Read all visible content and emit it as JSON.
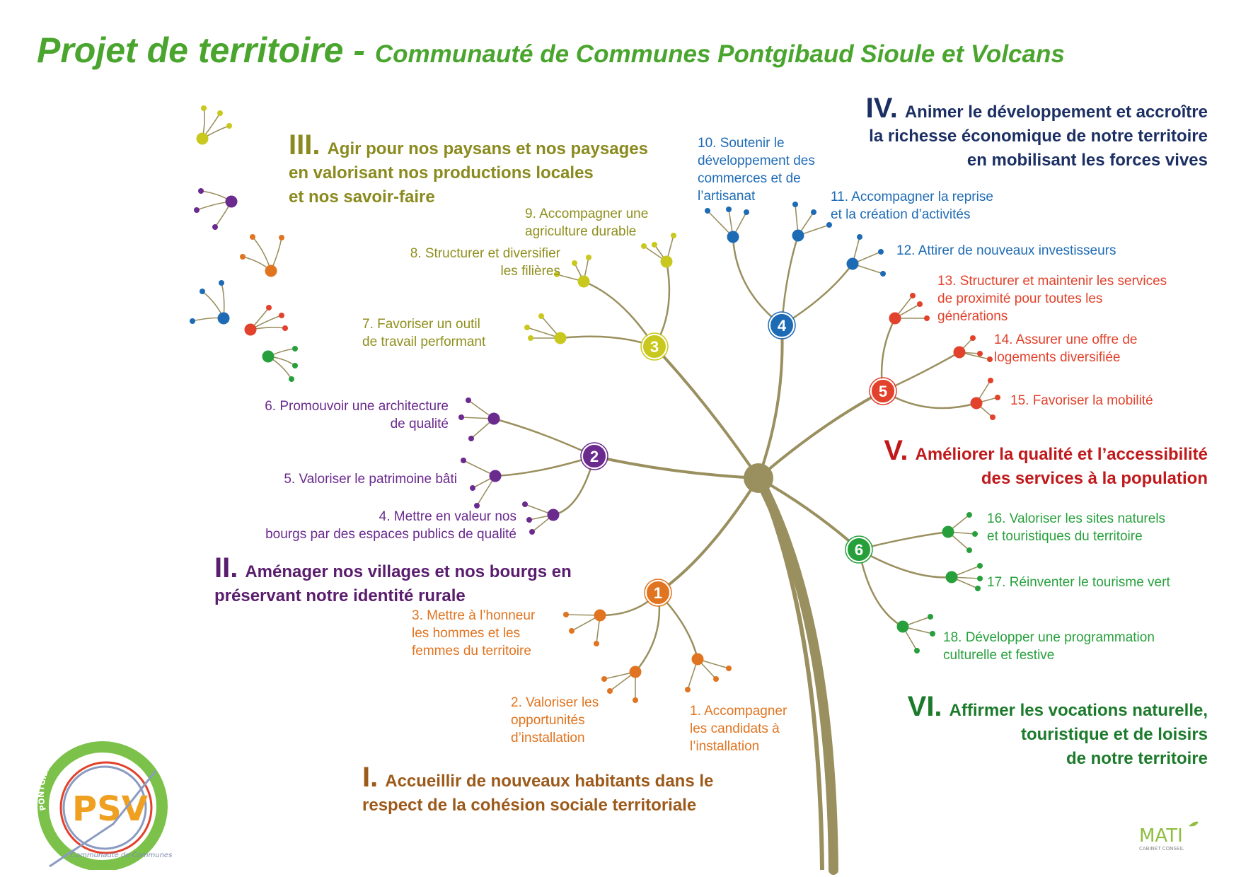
{
  "title": {
    "main": "Projet de territoire - ",
    "sub": "Communauté de Communes Pontgibaud Sioule et Volcans"
  },
  "colors": {
    "title": "#4aa52e",
    "trunk": "#9a8f5e",
    "axis1": "#e07420",
    "axis2": "#6a2a8e",
    "axis3": "#c9c81e",
    "axis4": "#1e6bb5",
    "axis5": "#e2412b",
    "axis6": "#27a03c"
  },
  "axes": [
    {
      "num": "I.",
      "lines": [
        "Accueillir de nouveaux habitants dans le",
        "respect de la cohésion sociale territoriale"
      ],
      "marker": "1",
      "color": "#9c5a1a",
      "node": "#e07420"
    },
    {
      "num": "II.",
      "lines": [
        "Aménager nos villages et nos bourgs en",
        "préservant notre identité rurale"
      ],
      "marker": "2",
      "color": "#5a1d6e",
      "node": "#6a2a8e"
    },
    {
      "num": "III.",
      "lines": [
        "Agir pour nos paysans et nos paysages",
        "en valorisant nos productions locales",
        "et nos savoir-faire"
      ],
      "marker": "3",
      "color": "#8a8a1f",
      "node": "#c9c81e"
    },
    {
      "num": "IV.",
      "lines": [
        "Animer le développement  et accroître",
        "la richesse économique de notre territoire",
        "en mobilisant les forces vives"
      ],
      "marker": "4",
      "color": "#1c2f63",
      "node": "#1e6bb5"
    },
    {
      "num": "V.",
      "lines": [
        "Améliorer la qualité et l’accessibilité",
        "des services à la population"
      ],
      "marker": "5",
      "color": "#c0191b",
      "node": "#e2412b"
    },
    {
      "num": "VI.",
      "lines": [
        "Affirmer les vocations naturelle,",
        "touristique et de loisirs",
        "de notre territoire"
      ],
      "marker": "6",
      "color": "#1c7a2b",
      "node": "#27a03c"
    }
  ],
  "objectives": [
    {
      "n": "1",
      "lines": [
        "1. Accompagner",
        "les candidats à",
        "l’installation"
      ]
    },
    {
      "n": "2",
      "lines": [
        "2. Valoriser les",
        "opportunités",
        "d’installation"
      ]
    },
    {
      "n": "3",
      "lines": [
        "3. Mettre à l’honneur",
        "les hommes et les",
        "femmes du territoire"
      ]
    },
    {
      "n": "4",
      "lines": [
        "4. Mettre en valeur nos",
        "bourgs par des espaces publics de qualité"
      ]
    },
    {
      "n": "5",
      "lines": [
        "5. Valoriser le patrimoine bâti"
      ]
    },
    {
      "n": "6",
      "lines": [
        "6. Promouvoir une architecture",
        "de qualité"
      ]
    },
    {
      "n": "7",
      "lines": [
        "7. Favoriser un outil",
        "de travail performant"
      ]
    },
    {
      "n": "8",
      "lines": [
        "8. Structurer et diversifier",
        "les filières"
      ]
    },
    {
      "n": "9",
      "lines": [
        "9. Accompagner une",
        "agriculture durable"
      ]
    },
    {
      "n": "10",
      "lines": [
        "10. Soutenir le",
        "développement des",
        "commerces et de",
        "l’artisanat"
      ]
    },
    {
      "n": "11",
      "lines": [
        "11. Accompagner la reprise",
        "et la création d’activités"
      ]
    },
    {
      "n": "12",
      "lines": [
        "12. Attirer de nouveaux investisseurs"
      ]
    },
    {
      "n": "13",
      "lines": [
        "13. Structurer et maintenir les services",
        "de proximité pour toutes les",
        "générations"
      ]
    },
    {
      "n": "14",
      "lines": [
        "14. Assurer une offre de",
        "logements diversifiée"
      ]
    },
    {
      "n": "15",
      "lines": [
        "15. Favoriser la mobilité"
      ]
    },
    {
      "n": "16",
      "lines": [
        "16. Valoriser les sites naturels",
        "et touristiques du territoire"
      ]
    },
    {
      "n": "17",
      "lines": [
        "17. Réinventer le tourisme vert"
      ]
    },
    {
      "n": "18",
      "lines": [
        "18. Développer une programmation",
        "culturelle et festive"
      ]
    }
  ],
  "logo": {
    "ring_text": "PONTGIBAUD SIOULE ET VOLCANS",
    "bottom_text": "Communauté de Communes",
    "mark": "PSV"
  },
  "mati": {
    "name": "MATI",
    "tagline": "CABINET CONSEIL"
  }
}
